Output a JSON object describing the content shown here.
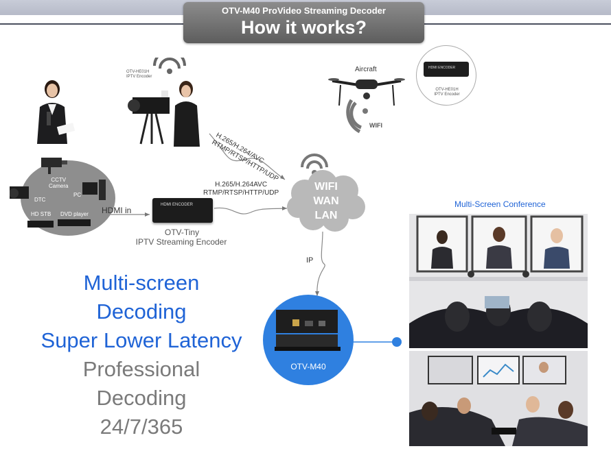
{
  "title": {
    "subtitle": "OTV-M40 ProVideo Streaming Decoder",
    "main": "How it works?"
  },
  "sources": {
    "encoder_top_label": "OTV-HE01H\nIPTV Encoder",
    "aircraft": "Aircraft",
    "wifi": "WIFI",
    "aircraft_encoder_label": "OTV-HE01H\nIPTV Encoder",
    "encoder_box_text": "HDMI ENCODER",
    "cctv": "CCTV\nCamera",
    "dtc": "DTC",
    "pc": "PC",
    "hd_stb": "HD STB",
    "dvd": "DVD player",
    "hdmi_in": "HDMI in"
  },
  "links": {
    "diag_codec": "H.265/H.264/AVC",
    "diag_protocols": "RTMP/RTSP/HTTP/UDP",
    "codec": "H.265/H.264AVC",
    "protocols": "RTMP/RTSP/HTTP/UDP",
    "ip": "IP"
  },
  "encoder": {
    "name": "OTV-Tiny",
    "desc": "IPTV Streaming Encoder"
  },
  "cloud": {
    "line1": "WIFI",
    "line2": "WAN",
    "line3": "LAN"
  },
  "decoder": {
    "name": "OTV-M40"
  },
  "conference": {
    "title": "Multi-Screen Conference"
  },
  "features": {
    "blue": [
      "Multi-screen",
      "Decoding",
      "Super Lower Latency"
    ],
    "gray": [
      "Professional",
      "Decoding",
      "24/7/365"
    ]
  },
  "colors": {
    "accent_blue": "#1f63d6",
    "cloud_gray": "#b9b9b9",
    "decoder_circle": "#2f80e0",
    "title_gray": "#6e6e6e"
  }
}
